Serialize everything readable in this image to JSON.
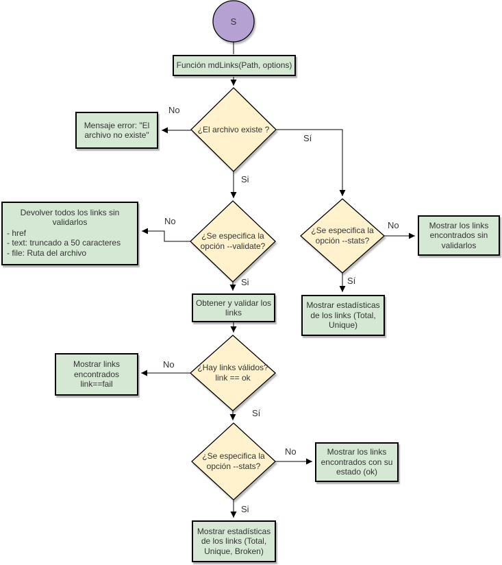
{
  "colors": {
    "green-fill": "#d5e8d4",
    "yellow-fill": "#fff2cc",
    "purple-fill": "#b5a1d2",
    "stroke": "#000000",
    "text": "#333333"
  },
  "diagram": {
    "start_label": "S",
    "nodes": {
      "funcion": "Función mdLinks(Path, options)",
      "archivo_existe": "¿El archivo existe ?",
      "mensaje_error": "Mensaje error: \"El archivo no existe\"",
      "validate": "¿Se especifica la opción --validate?",
      "devolver_title": "Devolver todos los links sin validarlos",
      "devolver_items": [
        "- href",
        "- text: truncado a 50 caracteres",
        "- file: Ruta del archivo"
      ],
      "stats_derecha": "¿Se especifica la opción --stats?",
      "mostrar_sin_validar": "Mostrar los links encontrados sin validarlos",
      "estadisticas_total_unique": "Mostrar estadísticas de los links (Total, Unique)",
      "obtener": "Obtener y validar los links",
      "hay_links_linea1": "¿Hay links válidos?",
      "hay_links_linea2": "link == ok",
      "mostrar_fail": "Mostrar links encontrados link==fail",
      "stats_abajo": "¿Se especifica la opción --stats?",
      "mostrar_estado_ok": "Mostrar los links encontrados con su estado (ok)",
      "estadisticas_broken": "Mostrar estadísticas de los links (Total, Unique, Broken)"
    },
    "edge_labels": {
      "existe_no": "No",
      "existe_si_derecha": "Sí",
      "existe_si_abajo": "Si",
      "validate_no": "No",
      "validate_si": "Si",
      "stats_derecha_no": "No",
      "stats_derecha_si": "Sí",
      "hay_links_no": "No",
      "hay_links_si": "Sí",
      "stats_abajo_no": "No",
      "stats_abajo_si": "Si"
    }
  }
}
